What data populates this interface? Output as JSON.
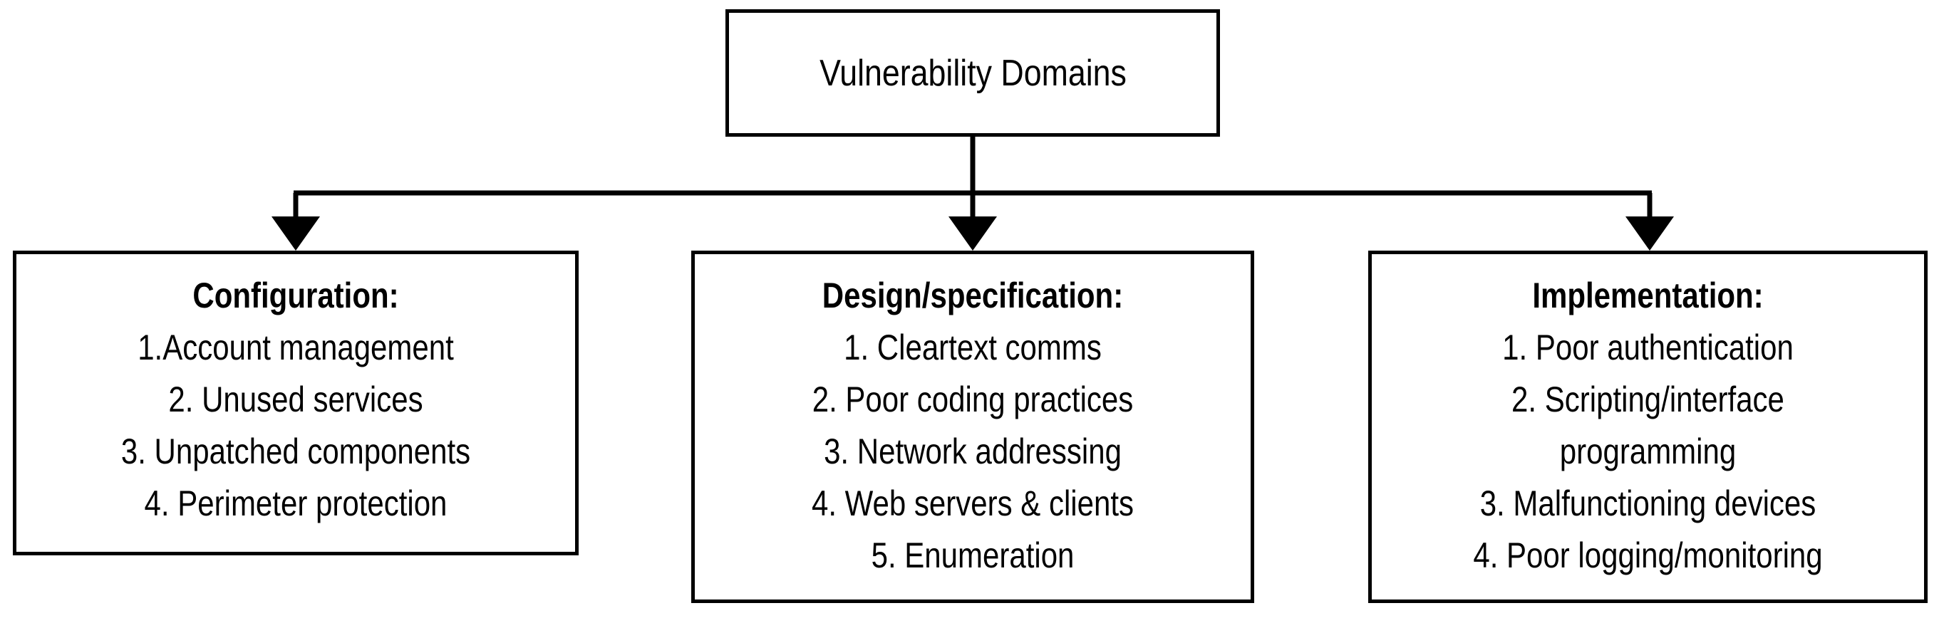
{
  "diagram": {
    "title": "Vulnerability Domains",
    "root": {
      "label": "Vulnerability Domains"
    },
    "colors": {
      "stroke": "#000000",
      "fill": "#ffffff",
      "text": "#000000"
    },
    "branches": [
      {
        "id": "configuration",
        "title": "Configuration:",
        "items": [
          "1.Account management",
          "2. Unused services",
          "3. Unpatched components",
          "4. Perimeter protection"
        ]
      },
      {
        "id": "design-specification",
        "title": "Design/specification:",
        "items": [
          "1. Cleartext comms",
          "2. Poor coding practices",
          "3. Network addressing",
          "4. Web servers & clients",
          "5. Enumeration"
        ]
      },
      {
        "id": "implementation",
        "title": "Implementation:",
        "items": [
          "1. Poor authentication",
          "2. Scripting/interface",
          "programming",
          "3. Malfunctioning devices",
          "4. Poor logging/monitoring"
        ]
      }
    ],
    "connectors": {
      "type": "orthogonal-tree",
      "arrow_style": "filled-triangle",
      "count": 3
    }
  }
}
